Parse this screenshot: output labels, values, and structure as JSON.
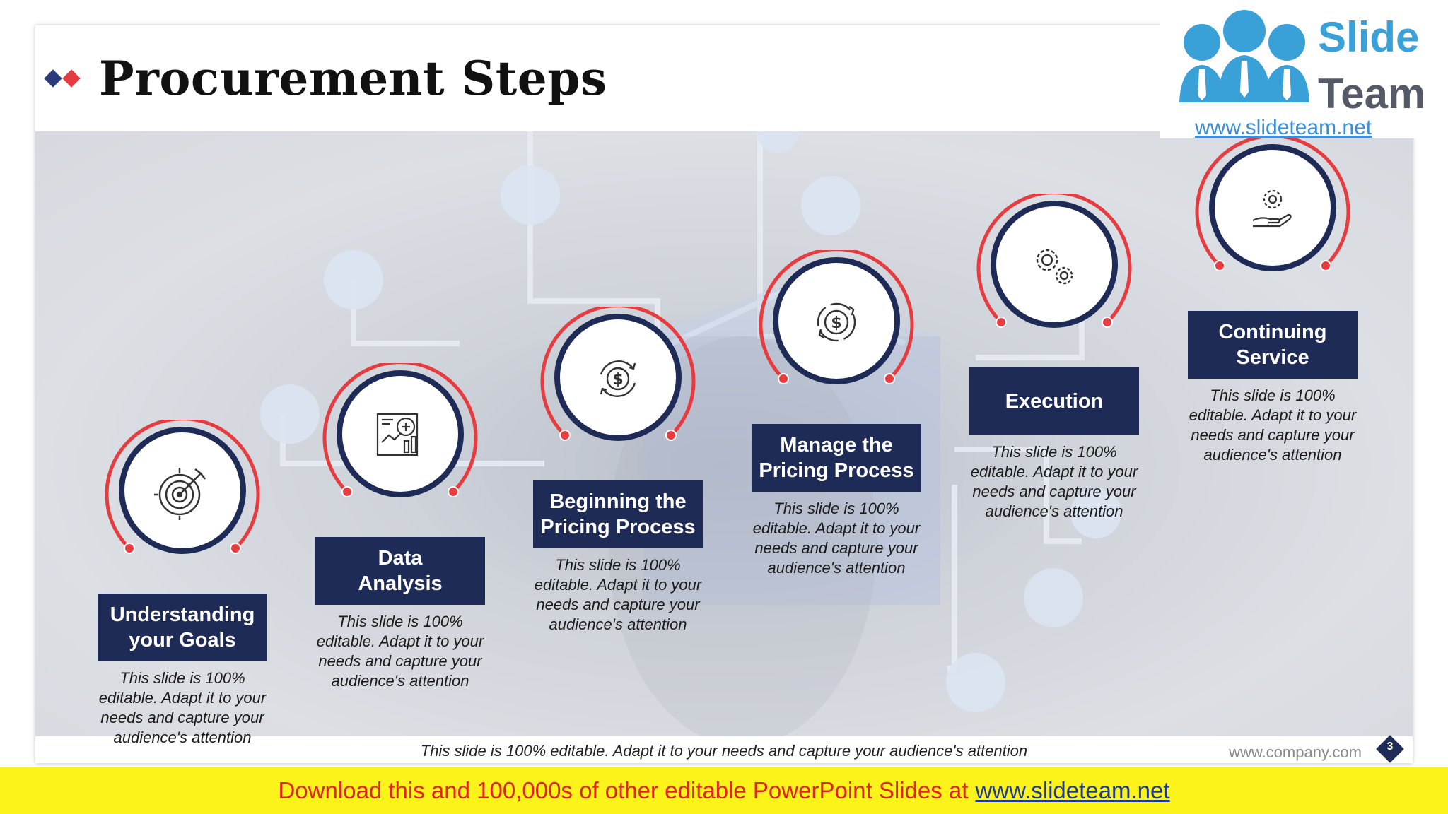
{
  "slide": {
    "title": "Procurement Steps",
    "footer_note": "This slide is 100% editable. Adapt it to your needs and capture your audience's attention",
    "footer_url": "www.company.com",
    "page_number": "3"
  },
  "colors": {
    "navy": "#1f2b57",
    "red": "#e63b3f",
    "diamond_blue": "#2b3a7a",
    "diamond_red": "#e63b3f"
  },
  "steps": [
    {
      "label": "Understanding\nyour Goals",
      "icon": "target-icon",
      "description": "This slide is 100%\neditable. Adapt it to your\nneeds and capture your\naudience's attention"
    },
    {
      "label": "Data\nAnalysis",
      "icon": "report-analysis-icon",
      "description": "This slide is 100%\neditable. Adapt it to your\nneeds and capture your\naudience's attention"
    },
    {
      "label": "Beginning the\nPricing Process",
      "icon": "dollar-cycle-icon",
      "description": "This slide is 100%\neditable. Adapt it to your\nneeds and capture your\naudience's attention"
    },
    {
      "label": "Manage the\nPricing Process",
      "icon": "dollar-refresh-icon",
      "description": "This slide is 100%\neditable. Adapt it to your\nneeds and capture your\naudience's attention"
    },
    {
      "label": "Execution",
      "icon": "gears-icon",
      "description": "This slide is 100%\neditable. Adapt it to your\nneeds and capture your\naudience's attention"
    },
    {
      "label": "Continuing\nService",
      "icon": "hand-gear-icon",
      "description": "This slide is 100%\neditable. Adapt it to your\nneeds and capture your\naudience's attention"
    }
  ],
  "logo": {
    "brand_line1": "Slide",
    "brand_line2": "Team",
    "url": "www.slideteam.net"
  },
  "banner": {
    "text": "Download this and 100,000s of other editable PowerPoint Slides at",
    "url": "www.slideteam.net"
  }
}
